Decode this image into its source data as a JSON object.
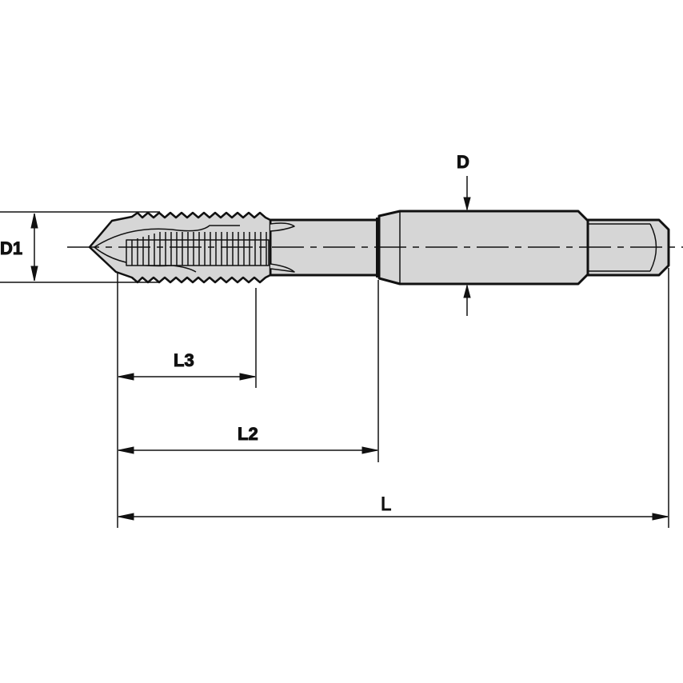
{
  "diagram": {
    "subject": "Spiral point machine tap with square drive shank",
    "colors": {
      "background": "#ffffff",
      "tool_fill": "#d6d6d6",
      "outline": "#111111"
    },
    "dimensions": {
      "D1": {
        "label": "D1",
        "meaning": "thread diameter",
        "orientation": "vertical"
      },
      "D": {
        "label": "D",
        "meaning": "shank diameter",
        "orientation": "vertical"
      },
      "L3": {
        "label": "L3",
        "meaning": "thread length",
        "orientation": "horizontal"
      },
      "L2": {
        "label": "L2",
        "meaning": "neck length",
        "orientation": "horizontal"
      },
      "L": {
        "label": "L",
        "meaning": "overall length",
        "orientation": "horizontal"
      }
    },
    "features": [
      "spiral point cutting tip",
      "threaded section",
      "reduced neck",
      "cylindrical shank",
      "square drive end",
      "centerline"
    ]
  }
}
